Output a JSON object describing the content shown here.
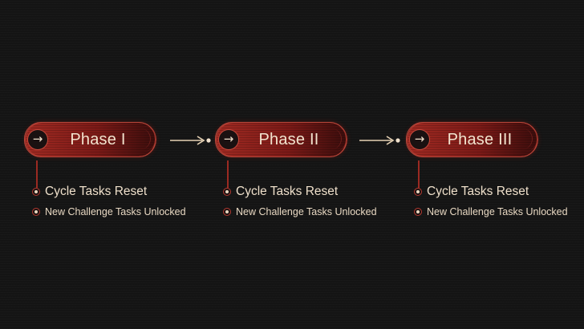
{
  "phases": [
    {
      "icon": "arrow-right-icon",
      "icon_glyph": "→",
      "title": "Phase I",
      "items": [
        "Cycle Tasks Reset",
        "New Challenge Tasks Unlocked"
      ]
    },
    {
      "icon": "arrow-right-icon",
      "icon_glyph": "→",
      "title": "Phase II",
      "items": [
        "Cycle Tasks Reset",
        "New Challenge Tasks Unlocked"
      ]
    },
    {
      "icon": "arrow-right-icon",
      "icon_glyph": "→",
      "title": "Phase III",
      "items": [
        "Cycle Tasks Reset",
        "New Challenge Tasks Unlocked"
      ]
    }
  ],
  "connectors": [
    "flow-arrow-icon",
    "flow-arrow-icon"
  ],
  "colors": {
    "background": "#141414",
    "pill_red": "#8f1f1b",
    "accent_red": "#b23a30",
    "text_cream": "#f3e4cf",
    "connector_cream": "#e6d2b4"
  }
}
